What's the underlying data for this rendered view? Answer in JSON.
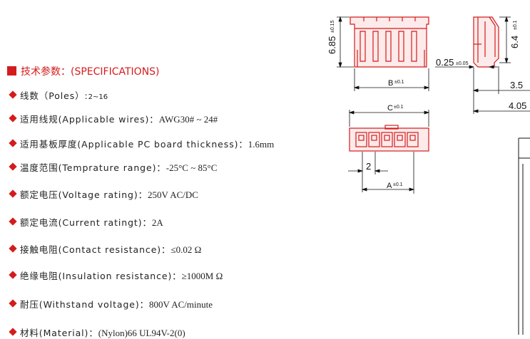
{
  "title": "技术参数：(SPECIFICATIONS)",
  "specs": [
    {
      "label": "线数（Poles）:",
      "value": "2~16"
    },
    {
      "label": "适用线规(Applicable wires)：",
      "value": "AWG30# ~ 24#"
    },
    {
      "label": "适用基板厚度(Applicable PC board thickness)：",
      "value": "1.6mm"
    },
    {
      "label": "温度范围(Temprature range)：",
      "value": "-25°C ~ 85°C"
    },
    {
      "label": "额定电压(Voltage rating)：",
      "value": "250V  AC/DC"
    },
    {
      "label": "额定电流(Current ratingt)：",
      "value": "2A"
    },
    {
      "label": "接触电阻(Contact resistance)：",
      "value": "≤0.02 Ω"
    },
    {
      "label": "绝缘电阻(Insulation resistance)：",
      "value": "≥1000M Ω"
    },
    {
      "label": "耐压(Withstand voltage)：",
      "value": "800V AC/minute"
    },
    {
      "label": "材料(Material)：",
      "value": "(Nylon)66 UL94V-2(0)"
    }
  ],
  "drawing": {
    "height_dim": "6.85",
    "height_tol": "±0.15",
    "side_height": "6.4",
    "side_tol": "±0.1",
    "wall_dim": "0.25",
    "wall_tol": "±0.05",
    "b_label": "B",
    "c_label": "C",
    "a_label": "A",
    "dim_tol": "±0.1",
    "pitch": "2",
    "dim_35": "3.5",
    "dim_405": "4.05"
  },
  "colors": {
    "accent": "#d41c1c",
    "body": "#e23a3a",
    "line": "#111111"
  }
}
